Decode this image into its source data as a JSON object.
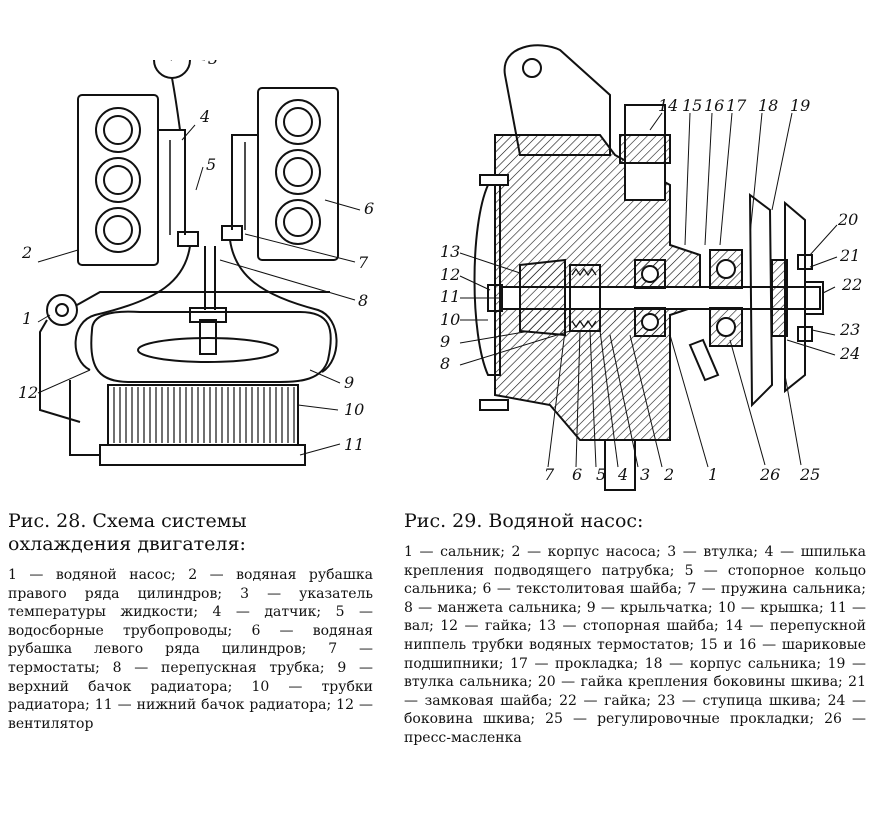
{
  "figure28": {
    "callouts": [
      "1",
      "2",
      "3",
      "4",
      "5",
      "6",
      "7",
      "8",
      "9",
      "10",
      "11",
      "12"
    ],
    "caption_title": "Рис. 28. Схема системы охлаждения двигателя:",
    "caption_legend": "1 — водяной насос; 2 — водяная рубашка правого ряда цилиндров; 3 — указатель температуры жидкости; 4 — датчик; 5 — водосборные трубопроводы; 6 — водяная рубашка левого ряда цилиндров; 7 — термостаты; 8 — перепускная трубка; 9 — верхний бачок радиатора; 10 — трубки радиатора; 11 — нижний бачок радиатора; 12 — вентилятор"
  },
  "figure29": {
    "callouts": [
      "1",
      "2",
      "3",
      "4",
      "5",
      "6",
      "7",
      "8",
      "9",
      "10",
      "11",
      "12",
      "13",
      "14",
      "15",
      "16",
      "17",
      "18",
      "19",
      "20",
      "21",
      "22",
      "23",
      "24",
      "25",
      "26"
    ],
    "caption_title": "Рис. 29. Водяной насос:",
    "caption_legend": "1 — сальник; 2 — корпус насоса; 3 — втулка; 4 — шпилька крепления подводящего патрубка; 5 — стопорное кольцо сальника; 6 — текстолитовая шайба; 7 — пружина сальника; 8 — манжета сальника; 9 — крыльчатка; 10 — крышка; 11 — вал; 12 — гайка; 13 — стопорная шайба; 14 — перепускной ниппель трубки водяных термостатов; 15 и 16 — шариковые подшипники; 17 — прокладка; 18 — корпус сальника; 19 — втулка сальника; 20 — гайка крепления боковины шкива; 21 — замковая шайба; 22 — гайка; 23 — ступица шкива; 24 — боковина шкива; 25 — регулировочные прокладки; 26 — пресс-масленка"
  }
}
